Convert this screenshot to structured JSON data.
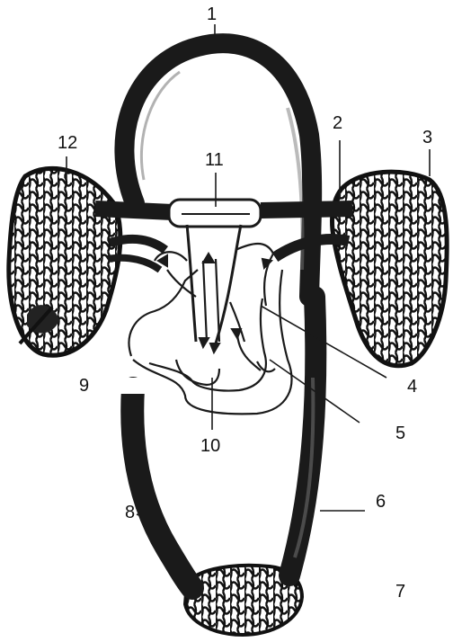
{
  "diagram": {
    "labels": {
      "l1": "1",
      "l2": "2",
      "l3": "3",
      "l4": "4",
      "l5": "5",
      "l6": "6",
      "l7": "7",
      "l8": "8",
      "l9": "9",
      "l10": "10",
      "l11": "11",
      "l12": "12"
    }
  }
}
